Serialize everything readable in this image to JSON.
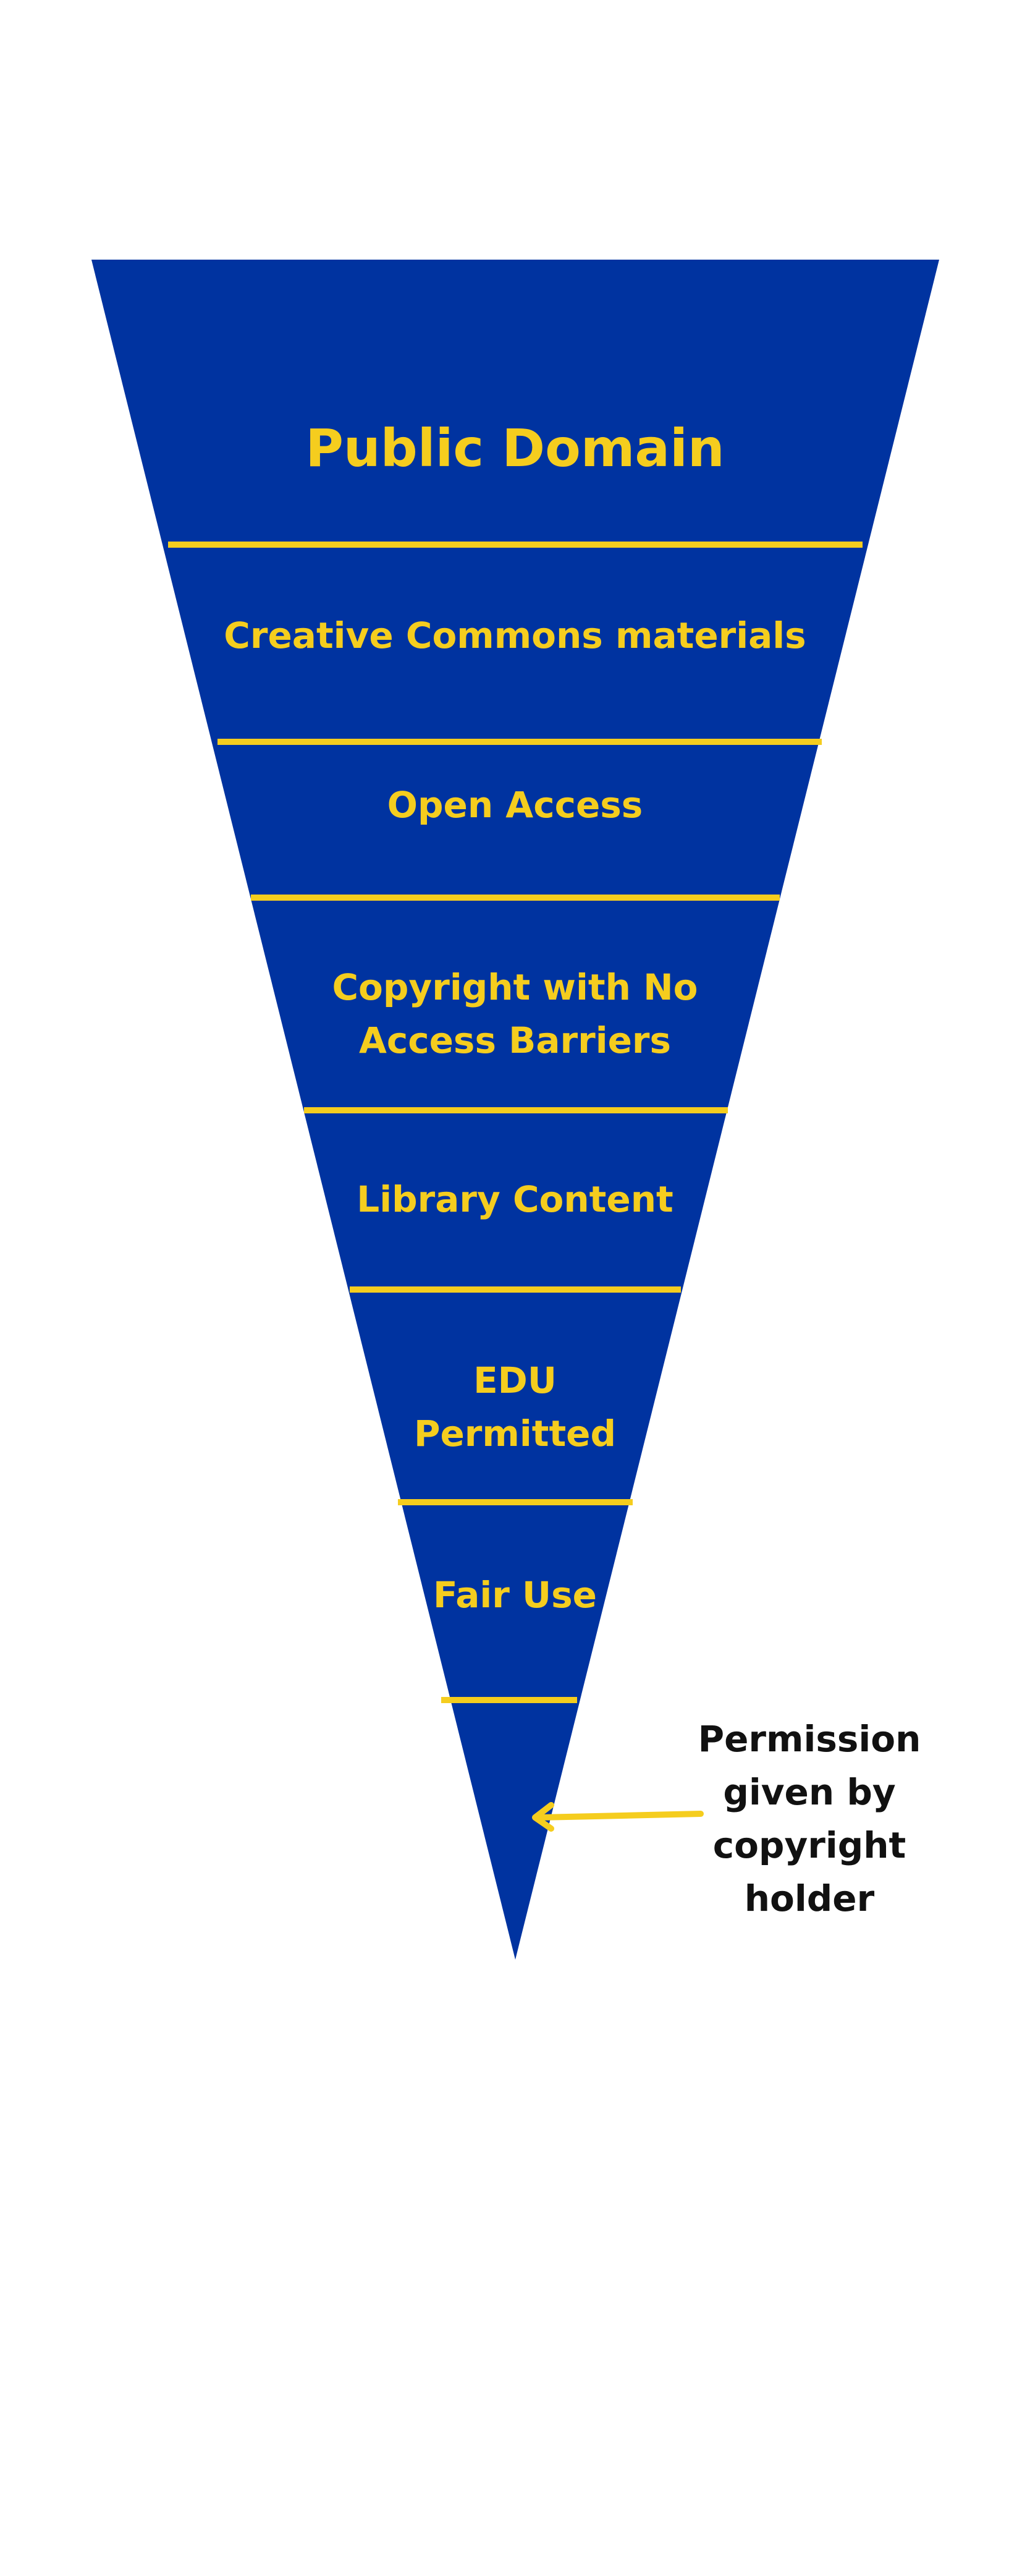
{
  "colors": {
    "pyramid_fill": "#0033a0",
    "divider": "#f5cd1e",
    "label_text": "#f5cd1e",
    "callout_text": "#111111",
    "arrow": "#f5cd1e"
  },
  "layers": [
    {
      "label": "Public Domain"
    },
    {
      "label": "Creative Commons materials"
    },
    {
      "label": "Open Access"
    },
    {
      "label": "Copyright with No\nAccess Barriers"
    },
    {
      "label": "Library Content"
    },
    {
      "label": "EDU\nPermitted"
    },
    {
      "label": "Fair Use"
    },
    {
      "label": ""
    }
  ],
  "callout": {
    "text": "Permission\ngiven by\ncopyright\nholder",
    "target_layer": 8,
    "arrow_icon": "left-arrow-icon"
  }
}
